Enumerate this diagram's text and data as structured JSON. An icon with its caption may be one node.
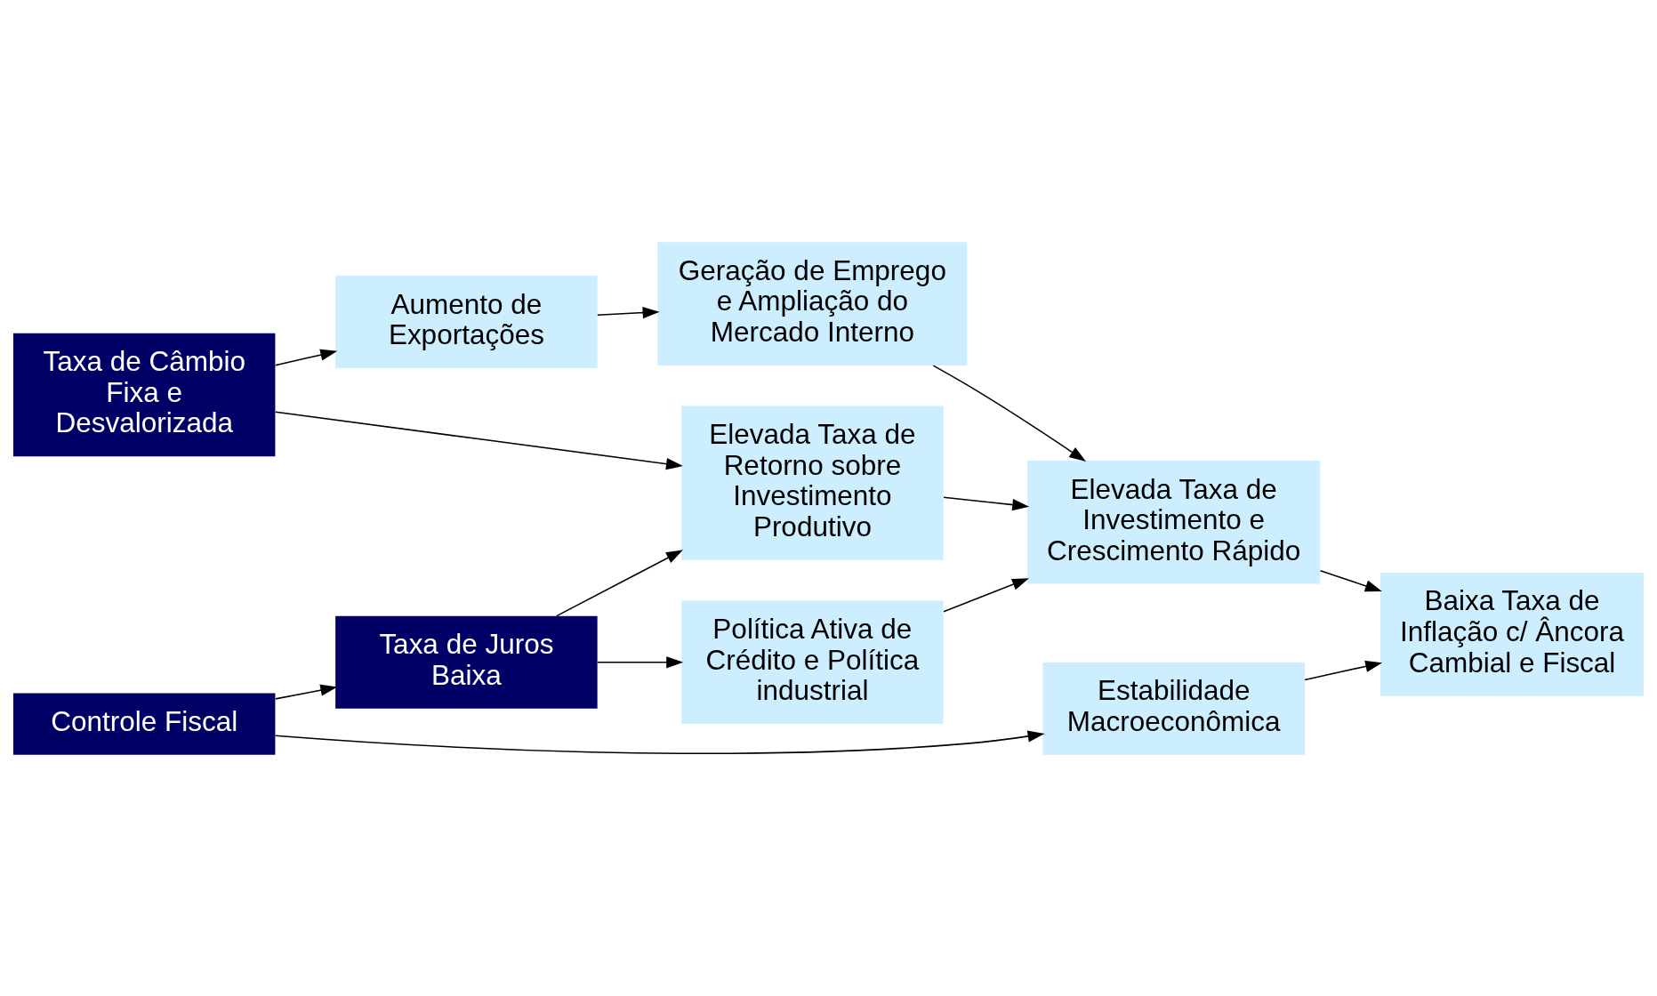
{
  "diagram": {
    "nodes": [
      {
        "text": [
          "Taxa de Câmbio Fixa e Desvalorizada"
        ]
      },
      {
        "text": [
          "Aumento de Exportações"
        ]
      },
      {
        "text": [
          "Geração de Emprego e Ampliação do Mercado Interno"
        ]
      },
      {
        "text": [
          "Elevada Taxa de Investimento e Crescimento Rápido"
        ]
      },
      {
        "text": [
          "Elevada Taxa de Retorno sobre Investimento Produtivo"
        ]
      },
      {
        "text": [
          "Taxa de Juros Baixa"
        ]
      },
      {
        "text": [
          "Política Ativa de Crédito e Política industrial"
        ]
      },
      {
        "text": [
          "Controle Fiscal"
        ]
      },
      {
        "text": [
          "Estabilidade Macroeconômica"
        ]
      },
      {
        "text": [
          "Baixa Taxa de Inflação c/ Âncora Cambial e Fiscal"
        ]
      }
    ],
    "edges": [
      {
        "from": 0,
        "to": 1,
        "arrow": "to"
      },
      {
        "from": 1,
        "to": 2,
        "arrow": "to"
      },
      {
        "from": 2,
        "to": 3,
        "arrow": "to"
      },
      {
        "from": 0,
        "to": 4,
        "arrow": "to"
      },
      {
        "from": 5,
        "to": 4,
        "arrow": "to"
      },
      {
        "from": 4,
        "to": 3,
        "arrow": "to"
      },
      {
        "from": 5,
        "to": 6,
        "arrow": "to"
      },
      {
        "from": 6,
        "to": 3,
        "arrow": "to"
      },
      {
        "from": 7,
        "to": 5,
        "arrow": "to"
      },
      {
        "from": 7,
        "to": 8,
        "arrow": "to"
      },
      {
        "from": 8,
        "to": 9,
        "arrow": "to"
      },
      {
        "from": 3,
        "to": 9,
        "arrow": "to"
      }
    ]
  }
}
